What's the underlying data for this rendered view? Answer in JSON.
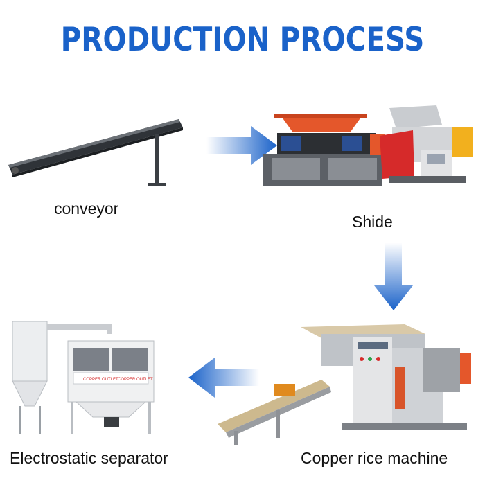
{
  "title": "PRODUCTION PROCESS",
  "steps": [
    {
      "label": "conveyor"
    },
    {
      "label": "Shide"
    },
    {
      "label": "Copper rice machine"
    },
    {
      "label": "Electrostatic separator"
    }
  ],
  "accent_color": "#1a62c9",
  "machine_plate_text": [
    "COPPER OUTLET",
    "COPPER OUTLET"
  ]
}
